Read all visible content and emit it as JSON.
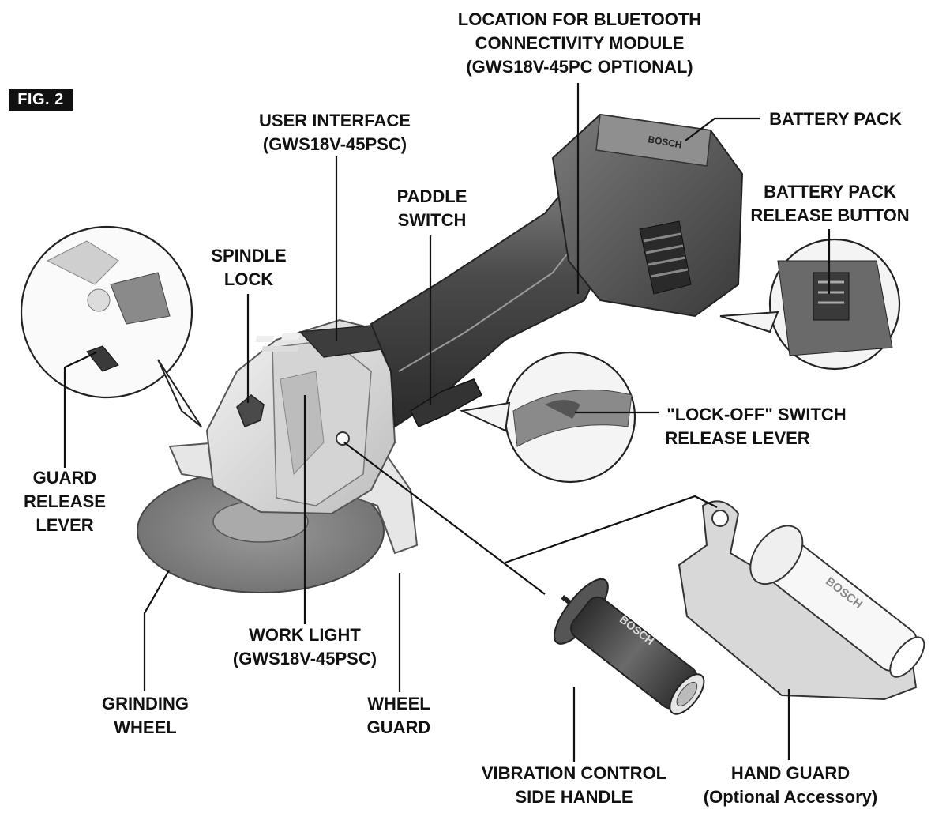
{
  "figure": {
    "tag": "FIG. 2"
  },
  "labels": {
    "bluetooth": [
      "LOCATION FOR BLUETOOTH",
      "CONNECTIVITY MODULE",
      "(GWS18V-45PC OPTIONAL)"
    ],
    "battery_pack": [
      "BATTERY PACK"
    ],
    "user_interface": [
      "USER INTERFACE",
      "(GWS18V-45PSC)"
    ],
    "battery_release": [
      "BATTERY PACK",
      "RELEASE BUTTON"
    ],
    "paddle_switch": [
      "PADDLE",
      "SWITCH"
    ],
    "spindle_lock": [
      "SPINDLE",
      "LOCK"
    ],
    "lock_off": [
      "\"LOCK-OFF\" SWITCH",
      "RELEASE LEVER"
    ],
    "guard_release": [
      "GUARD",
      "RELEASE",
      "LEVER"
    ],
    "work_light": [
      "WORK LIGHT",
      "(GWS18V-45PSC)"
    ],
    "grinding_wheel": [
      "GRINDING",
      "WHEEL"
    ],
    "wheel_guard": [
      "WHEEL",
      "GUARD"
    ],
    "vibration_handle": [
      "VIBRATION CONTROL",
      "SIDE HANDLE"
    ],
    "hand_guard": [
      "HAND GUARD",
      "(Optional Accessory)"
    ]
  },
  "branding": {
    "handle_logo": "BOSCH",
    "battery_logo": "BOSCH",
    "handguard_logo": "BOSCH"
  }
}
